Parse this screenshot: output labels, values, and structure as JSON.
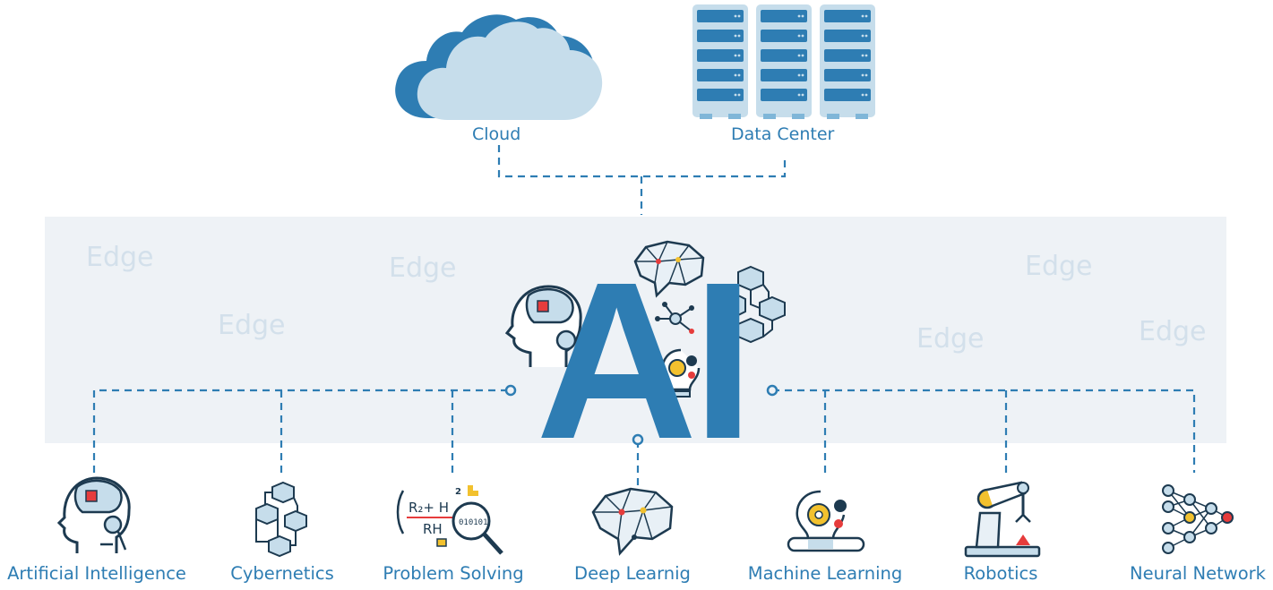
{
  "top_nodes": [
    {
      "id": "cloud",
      "label": "Cloud",
      "icon": "cloud-icon"
    },
    {
      "id": "datacenter",
      "label": "Data Center",
      "icon": "server-rack-icon"
    }
  ],
  "center": {
    "title": "AI",
    "edge_word": "Edge",
    "edge_words": [
      "Edge",
      "Edge",
      "Edge",
      "Edge",
      "Edge",
      "Edge"
    ]
  },
  "bottom_nodes": [
    {
      "label": "Artificial Intelligence",
      "icon": "robot-head-icon"
    },
    {
      "label": "Cybernetics",
      "icon": "cubes-network-icon"
    },
    {
      "label": "Problem Solving",
      "icon": "formula-magnifier-icon"
    },
    {
      "label": "Deep Learnig",
      "icon": "polygon-brain-icon"
    },
    {
      "label": "Machine Learning",
      "icon": "gear-bulb-icon"
    },
    {
      "label": "Robotics",
      "icon": "robotic-arm-icon"
    },
    {
      "label": "Neural Network",
      "icon": "neural-network-icon"
    }
  ],
  "formula": {
    "line1": "R₂+ H",
    "line2": "RH",
    "superscript": "2",
    "binary": "010101"
  },
  "colors": {
    "primary": "#2e7db3",
    "light": "#c6ddeb",
    "band": "#eef2f6",
    "edge_text": "#d3e0eb",
    "accent_yellow": "#f2c12e",
    "accent_red": "#e63c3c"
  }
}
